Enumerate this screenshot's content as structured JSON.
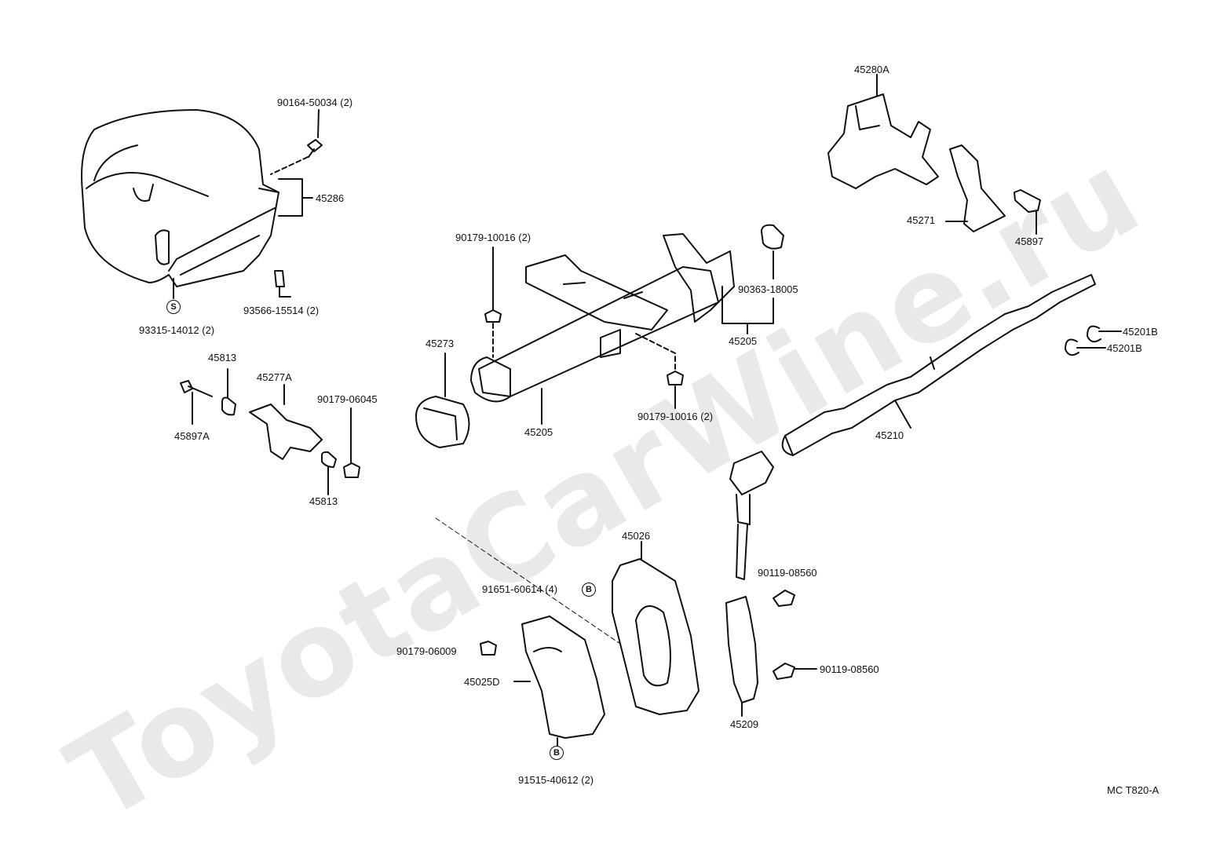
{
  "watermark": "ToyotaCarWine.ru",
  "diagram_code": "MC T820-A",
  "markers": {
    "s": "S",
    "b1": "B",
    "b2": "B"
  },
  "parts": {
    "p90164": "90164-50034 (2)",
    "p45286": "45286",
    "p93566": "93566-15514 (2)",
    "p93315": "93315-14012 (2)",
    "p45813a": "45813",
    "p45277A": "45277A",
    "p90179_06045": "90179-06045",
    "p45897A": "45897A",
    "p45813b": "45813",
    "p90179_10016a": "90179-10016 (2)",
    "p45273": "45273",
    "p45205a": "45205",
    "p90179_10016b": "90179-10016 (2)",
    "p90363": "90363-18005",
    "p45205b": "45205",
    "p45280A": "45280A",
    "p45271": "45271",
    "p45897": "45897",
    "p45201Ba": "45201B",
    "p45201Bb": "45201B",
    "p45210": "45210",
    "p45026": "45026",
    "p91651": "91651-60614 (4)",
    "p90119a": "90119-08560",
    "p90179_06009": "90179-06009",
    "p45025D": "45025D",
    "p90119b": "90119-08560",
    "p45209": "45209",
    "p91515": "91515-40612 (2)"
  }
}
